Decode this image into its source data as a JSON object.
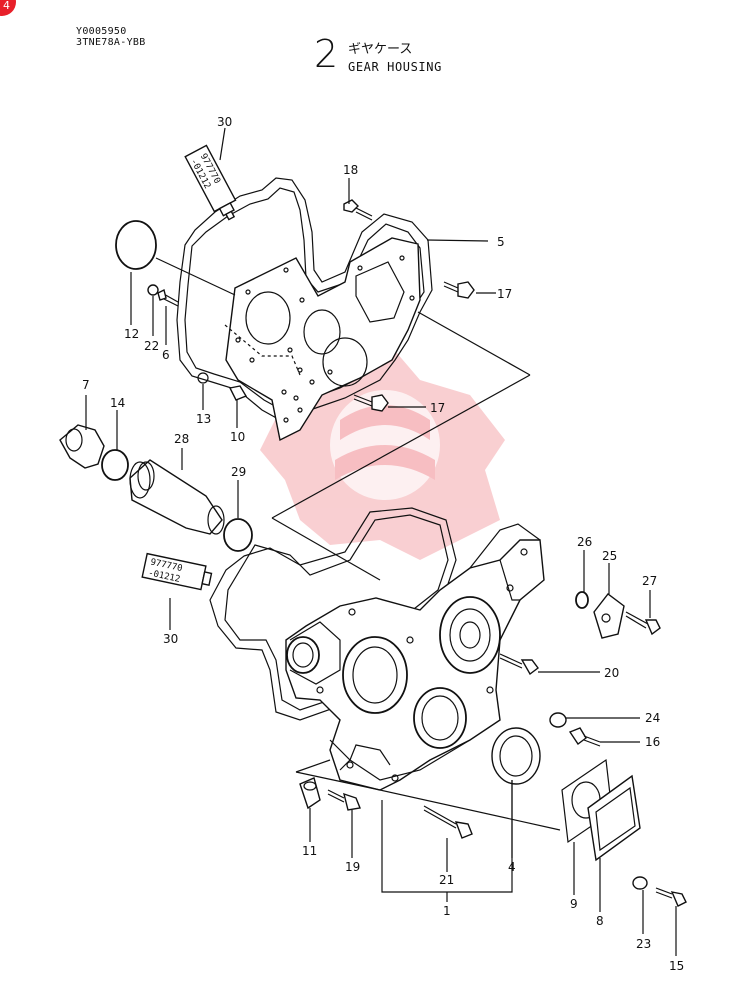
{
  "header": {
    "code1": "Y0005950",
    "code2": "3TNE78A-YBB",
    "section_number": "2",
    "title_jp": "ギヤケース",
    "title_en": "GEAR HOUSING"
  },
  "corner_badge": "4",
  "tube_label": [
    "977770",
    "-01212"
  ],
  "watermark": {
    "color": "#f7c0c3"
  },
  "part_labels": {
    "p1": "1",
    "p4": "4",
    "p5": "5",
    "p6": "6",
    "p7": "7",
    "p8": "8",
    "p9": "9",
    "p10": "10",
    "p11": "11",
    "p12": "12",
    "p13": "13",
    "p14": "14",
    "p15": "15",
    "p16": "16",
    "p17a": "17",
    "p17b": "17",
    "p18": "18",
    "p19": "19",
    "p20": "20",
    "p21": "21",
    "p22": "22",
    "p23": "23",
    "p24": "24",
    "p25": "25",
    "p26": "26",
    "p27": "27",
    "p28": "28",
    "p29": "29",
    "p30a": "30",
    "p30b": "30"
  }
}
